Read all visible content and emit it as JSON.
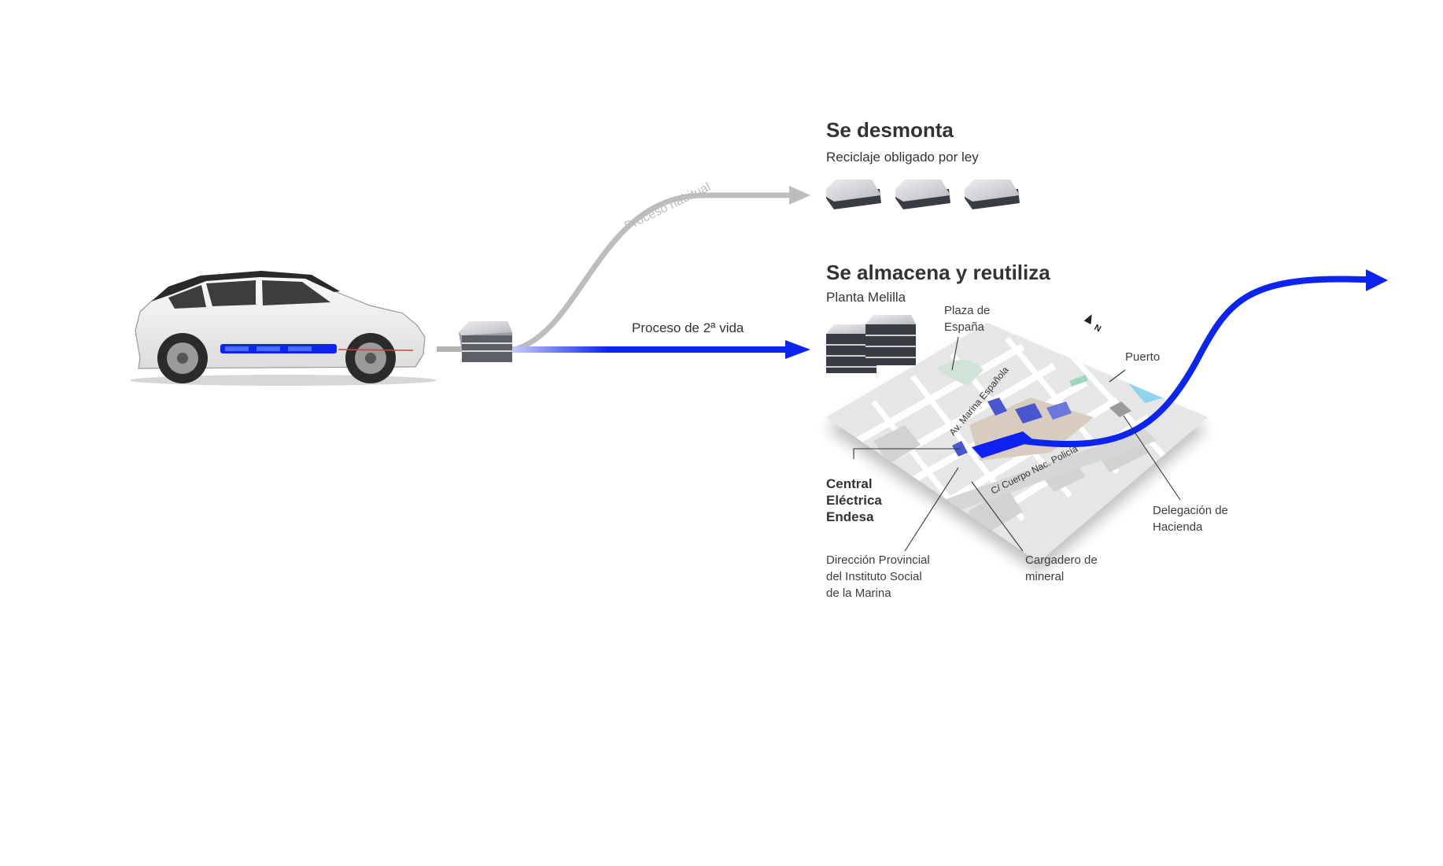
{
  "colors": {
    "blue": "#0b24f0",
    "gray_arrow": "#bdbdbd",
    "map_base": "#e6e6e6",
    "water": "#8fd3ee",
    "park": "#cfe3d9",
    "plant_area": "#d8ccbf",
    "buildings_blue": "#4a57cf"
  },
  "icons": {
    "car": "electric-car-illustration",
    "battery": "battery-module-icon",
    "north": "north-arrow-icon"
  },
  "top_branch": {
    "path_label": "Proceso habitual",
    "title": "Se desmonta",
    "subtitle": "Reciclaje obligado por ley",
    "module_count": 3
  },
  "bottom_branch": {
    "path_label": "Proceso de 2ª vida",
    "title": "Se almacena y reutiliza",
    "subtitle": "Planta Melilla"
  },
  "map": {
    "north_label": "N",
    "labels": {
      "plaza": [
        "Plaza de",
        "España"
      ],
      "puerto": "Puerto",
      "avenida": "Av. Marina Española",
      "calle": "C/ Cuerpo Nac. Policía",
      "central": [
        "Central",
        "Eléctrica",
        "Endesa"
      ],
      "direccion": [
        "Dirección Provincial",
        "del Instituto Social",
        "de la Marina"
      ],
      "cargadero": [
        "Cargadero de",
        "mineral"
      ],
      "delegacion": [
        "Delegación de",
        "Hacienda"
      ]
    }
  }
}
